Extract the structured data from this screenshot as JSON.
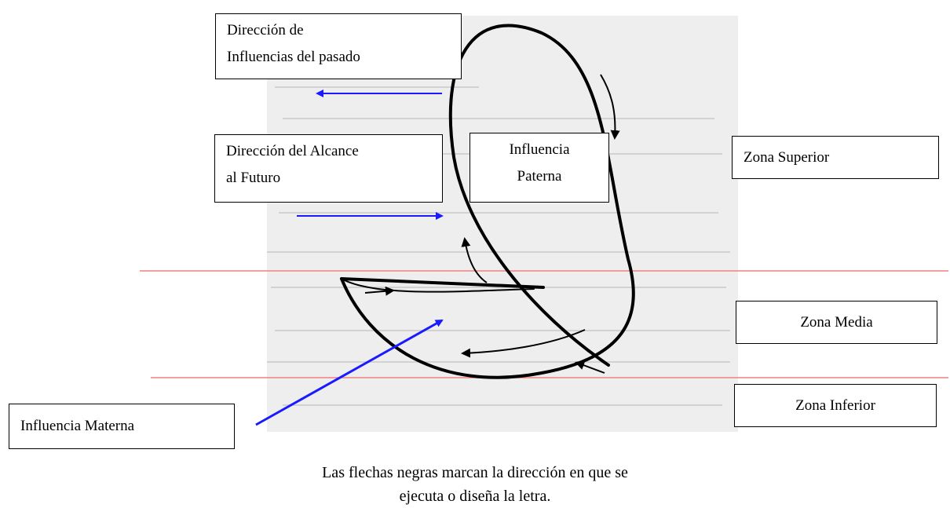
{
  "boxes": {
    "past": {
      "line1": "Dirección de",
      "line2": "Influencias del  pasado"
    },
    "future": {
      "line1": "Dirección del Alcance",
      "line2": "al Futuro"
    },
    "paternal": {
      "line1": "Influencia",
      "line2": "Paterna"
    },
    "maternal": {
      "text": "Influencia Materna"
    },
    "upper": {
      "text": "Zona Superior"
    },
    "middle": {
      "text": "Zona Media"
    },
    "lower": {
      "text": "Zona Inferior"
    }
  },
  "caption": {
    "line1": "Las flechas negras marcan la dirección en que se",
    "line2": "ejecuta o diseña la letra."
  },
  "colors": {
    "guide_line": "#f08080",
    "blue_arrow": "#1a1aff",
    "stroke": "#000000"
  }
}
